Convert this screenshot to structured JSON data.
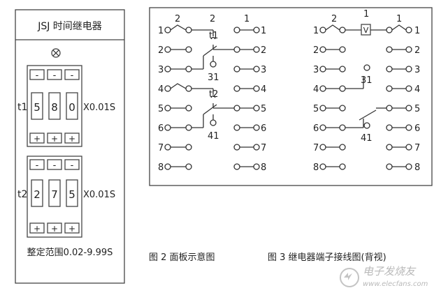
{
  "panel": {
    "title": "JSJ  时间继电器",
    "indicator_icon": "lamp-cross-circle-icon",
    "t1": {
      "label": "t1",
      "digits": [
        "5",
        "8",
        "0"
      ],
      "unit": "X0.01S"
    },
    "t2": {
      "label": "t2",
      "digits": [
        "2",
        "7",
        "5"
      ],
      "unit": "X0.01S"
    },
    "minus": "-",
    "plus": "+",
    "range": "整定范围0.02-9.99S",
    "caption": "图 2  面板示意图"
  },
  "wiring": {
    "left": {
      "left_terminals": [
        "1",
        "2",
        "3",
        "4",
        "5",
        "6",
        "7",
        "8"
      ],
      "right_terminals": [
        "1",
        "2",
        "3",
        "4",
        "5",
        "6",
        "7",
        "8"
      ],
      "top_labels": [
        "2",
        "2",
        "1"
      ],
      "contacts": [
        "t1",
        "t2"
      ],
      "common_labels": [
        "31",
        "41"
      ]
    },
    "right": {
      "left_terminals": [
        "1",
        "2",
        "3",
        "4",
        "5",
        "6",
        "7",
        "8"
      ],
      "right_terminals": [
        "1",
        "2",
        "3",
        "4",
        "5",
        "6",
        "7",
        "8"
      ],
      "top_labels": [
        "2",
        "1",
        "1"
      ],
      "relay_label": "V",
      "common_labels": [
        "31",
        "41"
      ]
    },
    "caption": "图 3  继电器端子接线图(背视)"
  },
  "watermark": {
    "line1": "电子发烧友",
    "line2": "www.elecfans.com",
    "icon": "elecfans-logo-icon"
  }
}
